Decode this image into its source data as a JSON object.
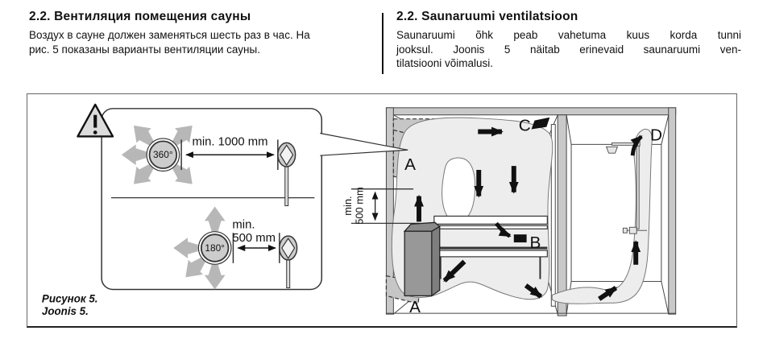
{
  "header": {
    "left": {
      "title": "2.2. Вентиляция помещения сауны",
      "body_lines": [
        "Воздух в сауне должен заменяться шесть раз в час. На",
        "рис. 5 показаны варианты вентиляции сауны."
      ]
    },
    "right": {
      "title": "2.2. Saunaruumi ventilatsioon",
      "body_lines": [
        "Saunaruumi õhk peab vahetuma kuus korda tunni",
        "jooksul. Joonis 5 näitab erinevaid saunaruumi ven-",
        "tilatsiooni võimalusi."
      ]
    }
  },
  "figure": {
    "caption_lines": [
      "Рисунок 5.",
      "Joonis 5."
    ],
    "warning_symbol": "!",
    "callout": {
      "top": {
        "angle_label": "360°",
        "distance_label": "min. 1000 mm"
      },
      "bottom": {
        "angle_label": "180°",
        "distance_lines": [
          "min.",
          "500 mm"
        ]
      }
    },
    "heater_dimension_lines": [
      "min.",
      "500 mm"
    ],
    "vent_labels": {
      "a_top": "A",
      "a_bottom": "A",
      "b": "B",
      "c": "C",
      "d": "D"
    },
    "colors": {
      "wall": "#c9c9c9",
      "airflow": "#ededed",
      "heater_front": "#989898",
      "heater_side": "#7e7e7e",
      "heater_top": "#8a8a8a",
      "vent_region": "#c6c6c6",
      "pinwheel_arrow": "#b7b7b7",
      "sensor_fill": "#cccccc",
      "warning_fill": "#dcdcdc",
      "arrow_black": "#111111"
    }
  }
}
